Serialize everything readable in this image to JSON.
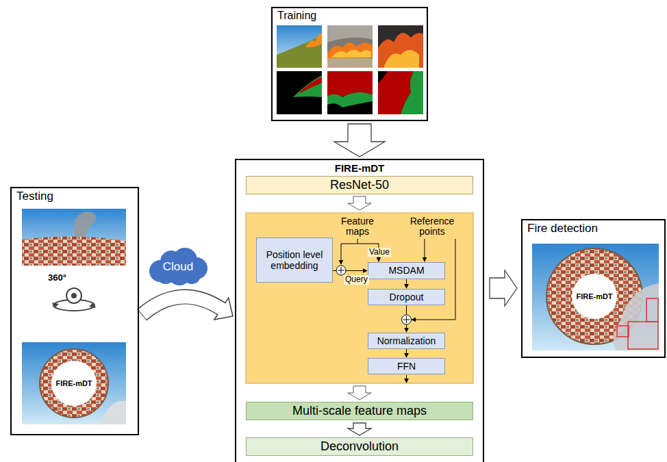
{
  "diagram": {
    "nodes": [
      {
        "text": [
          "Testing"
        ]
      },
      {
        "text": [
          "FIRE-mDT"
        ],
        "in": 0
      },
      {
        "text": [
          "Cloud"
        ]
      },
      {
        "text": [
          "Training"
        ]
      },
      {
        "text": [
          "FIRE-mDT"
        ]
      },
      {
        "text": [
          "ResNet-50"
        ],
        "in": 4
      },
      {
        "text": [
          "Position level embedding"
        ],
        "in": 4
      },
      {
        "text": [
          "MSDAM"
        ],
        "in": 4
      },
      {
        "text": [
          "Dropout"
        ],
        "in": 4
      },
      {
        "text": [
          "Normalization"
        ],
        "in": 4
      },
      {
        "text": [
          "FFN"
        ],
        "in": 4
      },
      {
        "text": [
          "Multi-scale feature maps"
        ],
        "in": 4
      },
      {
        "text": [
          "Deconvolution"
        ],
        "in": 4
      },
      {
        "text": [
          "Fire detection"
        ]
      },
      {
        "text": [
          "FIRE-mDT"
        ],
        "in": 13
      }
    ],
    "edges": [
      {
        "from": 3,
        "to": 4,
        "arrow": "to"
      },
      {
        "from": 0,
        "to": 4,
        "arrow": "to"
      },
      {
        "from": 4,
        "to": 13,
        "arrow": "to"
      },
      {
        "from": 6,
        "to": 7,
        "label": "Query",
        "arrow": "to"
      },
      {
        "from": 7,
        "to": 8,
        "arrow": "to"
      },
      {
        "from": 8,
        "to": 9,
        "arrow": "to"
      },
      {
        "from": 9,
        "to": 10,
        "arrow": "to"
      },
      {
        "from": 11,
        "to": 12,
        "arrow": "to"
      }
    ],
    "labels": [
      "Feature maps",
      "Value",
      "Reference points",
      "360°"
    ]
  }
}
